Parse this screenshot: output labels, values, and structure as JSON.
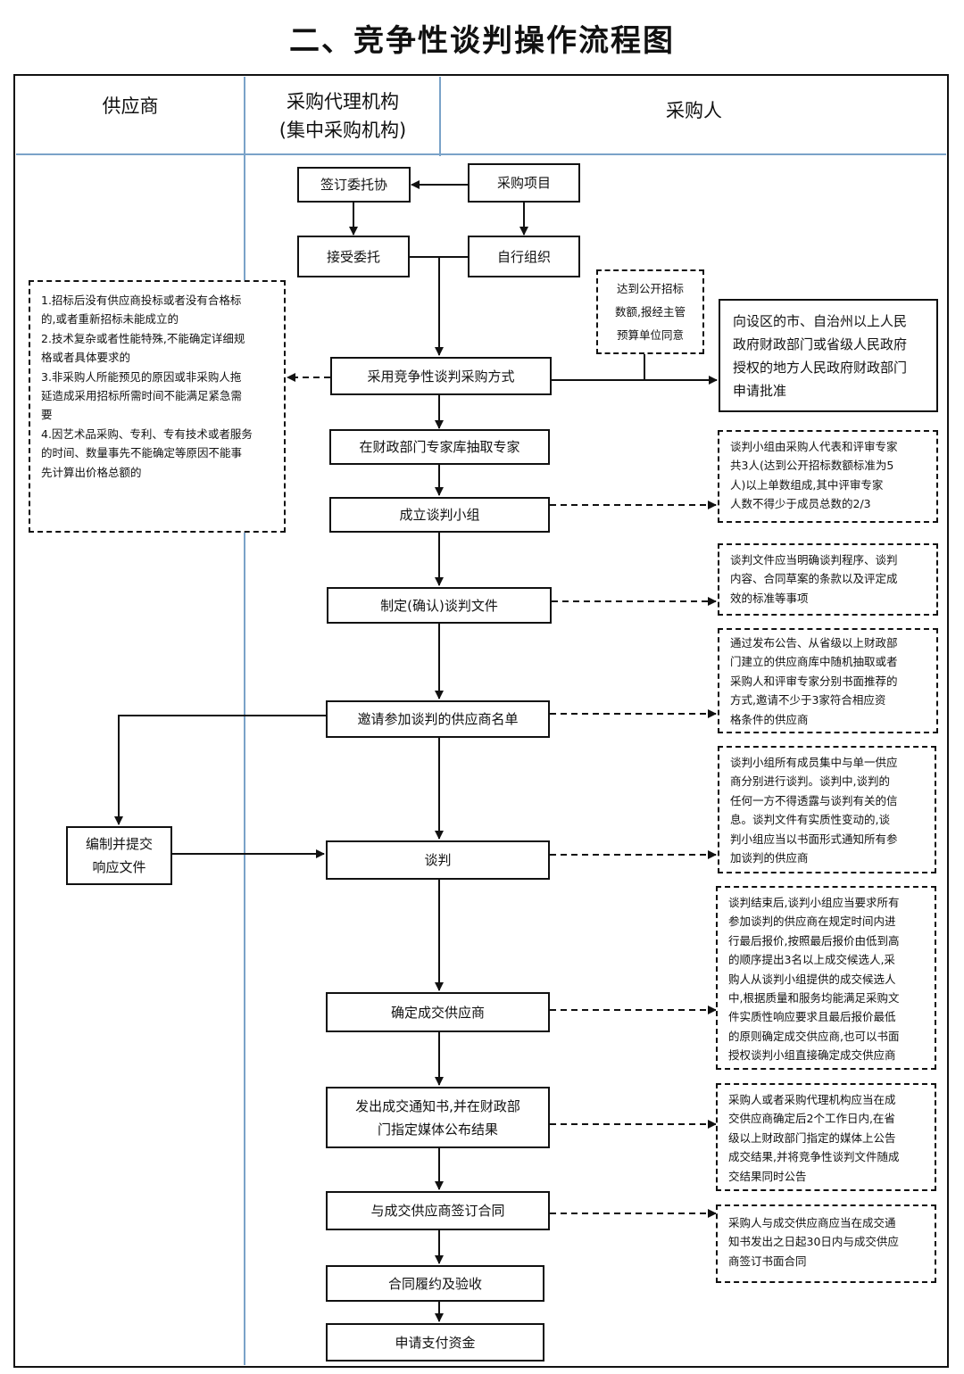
{
  "title": "二、竞争性谈判操作流程图",
  "lanes": {
    "supplier": "供应商",
    "agency_line1": "采购代理机构",
    "agency_line2": "(集中采购机构)",
    "purchaser": "采购人"
  },
  "nodes": {
    "sign_entrust": "签订委托协",
    "purchase_project": "采购项目",
    "accept_entrust": "接受委托",
    "self_organize": "自行组织",
    "adopt_method": "采用竞争性谈判采购方式",
    "draw_experts": "在财政部门专家库抽取专家",
    "form_team": "成立谈判小组",
    "make_docs": "制定(确认)谈判文件",
    "invite_list": "邀请参加谈判的供应商名单",
    "submit_response_line1": "编制并提交",
    "submit_response_line2": "响应文件",
    "negotiate": "谈判",
    "confirm_supplier": "确定成交供应商",
    "notice_line1": "发出成交通知书,并在财政部",
    "notice_line2": "门指定媒体公布结果",
    "sign_contract": "与成交供应商签订合同",
    "perform_accept": "合同履约及验收",
    "apply_payment": "申请支付资金"
  },
  "notes": {
    "conditions": [
      "1.招标后没有供应商投标或者没有合格标",
      "的,或者重新招标未能成立的",
      "2.技术复杂或者性能特殊,不能确定详细规",
      "格或者具体要求的",
      "3.非采购人所能预见的原因或非采购人拖",
      "延造成采用招标所需时间不能满足紧急需",
      "要",
      "4.因艺术品采购、专利、专有技术或者服务",
      "的时间、数量事先不能确定等原因不能事",
      "先计算出价格总额的"
    ],
    "public_tender": [
      "达到公开招标",
      "数额,报经主管",
      "预算单位同意"
    ],
    "approval": [
      "向设区的市、自治州以上人民",
      "政府财政部门或省级人民政府",
      "授权的地方人民政府财政部门",
      "申请批准"
    ],
    "team_rule": [
      "谈判小组由采购人代表和评审专家",
      "共3人(达到公开招标数额标准为5",
      "人)以上单数组成,其中评审专家",
      "人数不得少于成员总数的2/3"
    ],
    "docs_rule": [
      "谈判文件应当明确谈判程序、谈判",
      "内容、合同草案的条款以及评定成",
      "效的标准等事项"
    ],
    "invite_rule": [
      "通过发布公告、从省级以上财政部",
      "门建立的供应商库中随机抽取或者",
      "采购人和评审专家分别书面推荐的",
      "方式,邀请不少于3家符合相应资",
      "格条件的供应商"
    ],
    "negotiate_rule": [
      "谈判小组所有成员集中与单一供应",
      "商分别进行谈判。谈判中,谈判的",
      "任何一方不得透露与谈判有关的信",
      "息。谈判文件有实质性变动的,谈",
      "判小组应当以书面形式通知所有参",
      "加谈判的供应商"
    ],
    "confirm_rule": [
      "谈判结束后,谈判小组应当要求所有",
      "参加谈判的供应商在规定时间内进",
      "行最后报价,按照最后报价由低到高",
      "的顺序提出3名以上成交候选人,采",
      "购人从谈判小组提供的成交候选人",
      "中,根据质量和服务均能满足采购文",
      "件实质性响应要求且最后报价最低",
      "的原则确定成交供应商,也可以书面",
      "授权谈判小组直接确定成交供应商"
    ],
    "notice_rule": [
      "采购人或者采购代理机构应当在成",
      "交供应商确定后2个工作日内,在省",
      "级以上财政部门指定的媒体上公告",
      "成交结果,并将竞争性谈判文件随成",
      "交结果同时公告"
    ],
    "contract_rule": [
      "采购人与成交供应商应当在成交通",
      "知书发出之日起30日内与成交供应",
      "商签订书面合同"
    ]
  }
}
